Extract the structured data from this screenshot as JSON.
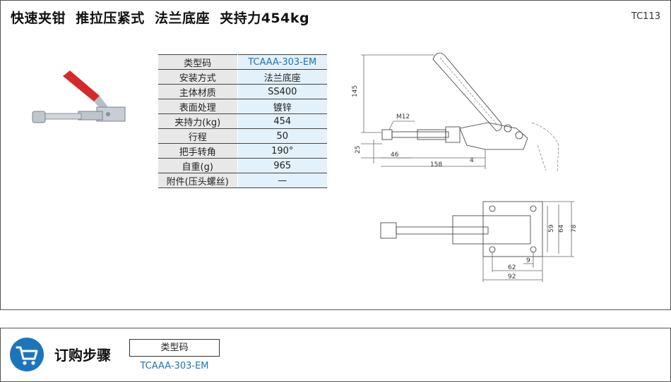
{
  "header": {
    "title": "快速夹钳  推拉压紧式  法兰底座  夹持力454kg",
    "code": "TC113"
  },
  "spec_table": [
    {
      "label": "类型码",
      "value": "TCAAA-303-EM"
    },
    {
      "label": "安装方式",
      "value": "法兰底座"
    },
    {
      "label": "主体材质",
      "value": "SS400"
    },
    {
      "label": "表面处理",
      "value": "镀锌"
    },
    {
      "label": "夹持力(kg)",
      "value": "454"
    },
    {
      "label": "行程",
      "value": "50"
    },
    {
      "label": "把手转角",
      "value": "190°"
    },
    {
      "label": "自重(g)",
      "value": "965"
    },
    {
      "label": "附件(压头螺丝)",
      "value": "—"
    }
  ],
  "drawing_side": {
    "thread": "M12",
    "dim_height": "145",
    "dim_base": "25",
    "dim_46": "46",
    "dim_158": "158",
    "dim_4": "4"
  },
  "drawing_top": {
    "dim_59": "59",
    "dim_64": "64",
    "dim_78": "78",
    "dim_9": "9",
    "dim_62": "62",
    "dim_92": "92"
  },
  "order": {
    "title": "订购步骤",
    "box_label": "类型码",
    "value": "TCAAA-303-EM"
  },
  "colors": {
    "accent": "#1a75b8",
    "cart_bg": "#1c75bc",
    "table_key_bg": "#e8e8e8",
    "table_value_bg": "#e3f1fb",
    "handle_red": "#d42a2a"
  }
}
